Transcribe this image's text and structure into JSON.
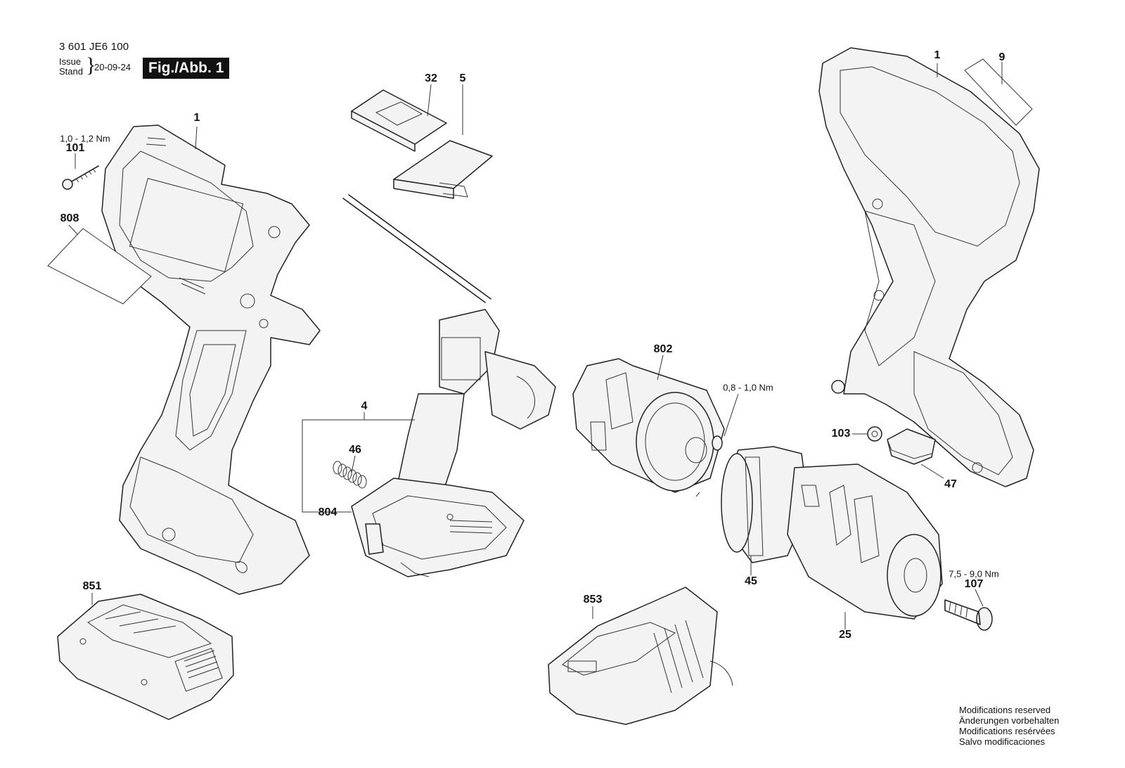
{
  "header": {
    "doc_number": "3 601 JE6 100",
    "issue_line1": "Issue",
    "issue_line2": "Stand",
    "brace": "}",
    "date": "20-09-24",
    "figure_label": "Fig./Abb. 1"
  },
  "parts": {
    "p1_left": "1",
    "p1_right": "1",
    "p4": "4",
    "p5": "5",
    "p9": "9",
    "p25": "25",
    "p32": "32",
    "p45": "45",
    "p46": "46",
    "p47": "47",
    "p101": "101",
    "p103": "103",
    "p107": "107",
    "p802": "802",
    "p804": "804",
    "p808": "808",
    "p851": "851",
    "p853": "853"
  },
  "torques": {
    "t101": "1,0 - 1,2 Nm",
    "t802": "0,8 - 1,0 Nm",
    "t107": "7,5 - 9,0 Nm"
  },
  "notes": [
    "Modifications reserved",
    "Änderungen vorbehalten",
    "Modifications resérvées",
    "Salvo modificaciones"
  ]
}
